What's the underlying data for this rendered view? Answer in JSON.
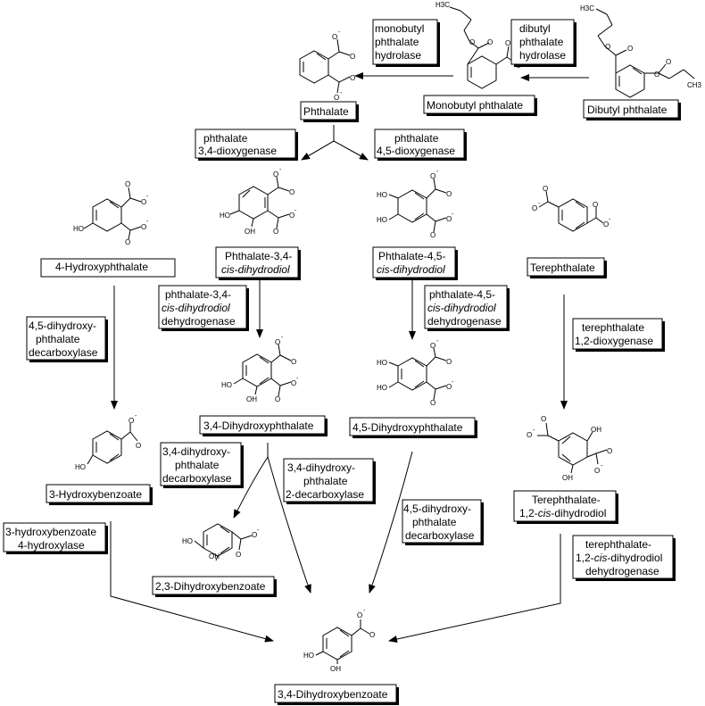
{
  "compounds": {
    "dibutyl_phthalate": "Dibutyl phthalate",
    "monobutyl_phthalate": "Monobutyl phthalate",
    "phthalate": "Phthalate",
    "hydroxyphthalate": "4-Hydroxyphthalate",
    "phthalate_34_dihydrodiol_l1": "Phthalate-3,4-",
    "phthalate_34_dihydrodiol_l2": "cis-dihydrodiol",
    "phthalate_45_dihydrodiol_l1": "Phthalate-4,5-",
    "phthalate_45_dihydrodiol_l2": "cis-dihydrodiol",
    "terephthalate": "Terephthalate",
    "dihydroxyphthalate_34": "3,4-Dihydroxyphthalate",
    "dihydroxyphthalate_45": "4,5-Dihydroxyphthalate",
    "hydroxybenzoate_3": "3-Hydroxybenzoate",
    "terephthalate_dihydrodiol_l1": "Terephthalate-",
    "terephthalate_dihydrodiol_l2a": "1,2-",
    "terephthalate_dihydrodiol_l2b": "cis",
    "terephthalate_dihydrodiol_l2c": "-dihydrodiol",
    "dihydroxybenzoate_23": "2,3-Dihydroxybenzoate",
    "dihydroxybenzoate_34": "3,4-Dihydroxybenzoate"
  },
  "enzymes": {
    "dibutyl_hydrolase": [
      "dibutyl",
      "phthalate",
      "hydrolase"
    ],
    "monobutyl_hydrolase": [
      "monobutyl",
      "phthalate",
      "hydrolase"
    ],
    "dioxygenase_34": [
      "phthalate",
      "3,4-dioxygenase"
    ],
    "dioxygenase_45": [
      "phthalate",
      "4,5-dioxygenase"
    ],
    "decarboxylase_45_dihydroxy": [
      "4,5-dihydroxy-",
      "phthalate",
      "decarboxylase"
    ],
    "dehydrogenase_34": [
      "phthalate-3,4-",
      "cis-dihydrodiol",
      "dehydrogenase"
    ],
    "dehydrogenase_45": [
      "phthalate-4,5-",
      "cis-dihydrodiol",
      "dehydrogenase"
    ],
    "tere_dioxygenase": [
      "terephthalate",
      "1,2-dioxygenase"
    ],
    "decarboxylase_34_a": [
      "3,4-dihydroxy-",
      "phthalate",
      "decarboxylase"
    ],
    "decarboxylase_34_2": [
      "3,4-dihydroxy-",
      "phthalate",
      "2-decarboxylase"
    ],
    "decarboxylase_45_b": [
      "4,5-dihydroxy-",
      "phthalate",
      "decarboxylase"
    ],
    "hydroxylase": [
      "3-hydroxybenzoate",
      "4-hydroxylase"
    ],
    "tere_dehydrogenase_l1": "terephthalate-",
    "tere_dehydrogenase_l2a": "1,2-",
    "tere_dehydrogenase_l2b": "cis",
    "tere_dehydrogenase_l2c": "-dihydrodiol",
    "tere_dehydrogenase_l3": "dehydrogenase"
  },
  "atoms": {
    "o": "O",
    "charge": "-",
    "oh": "OH",
    "ho": "HO",
    "h3c": "H3C",
    "ch3": "CH3"
  }
}
